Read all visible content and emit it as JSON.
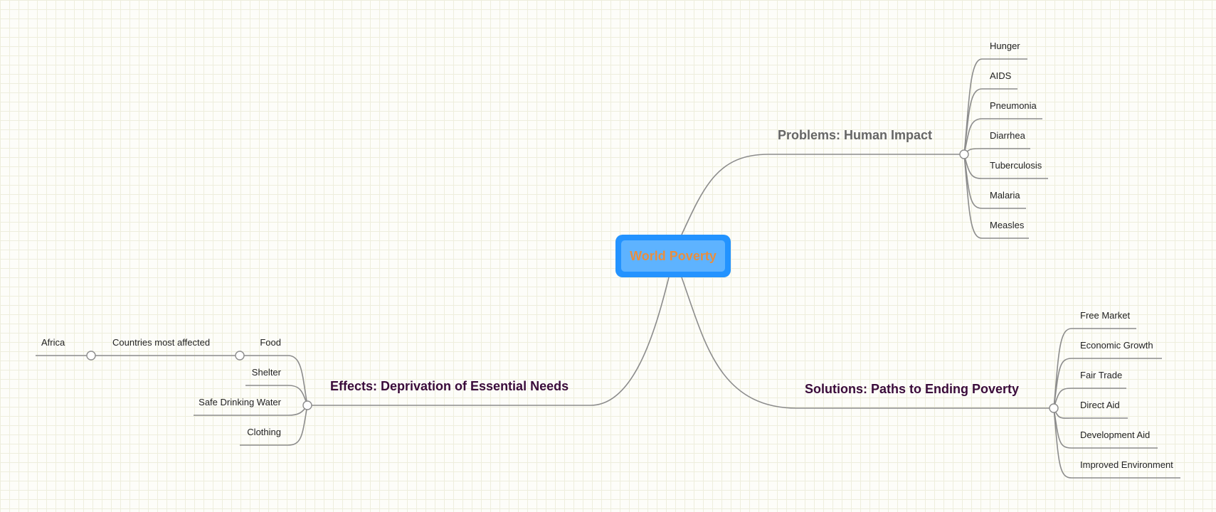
{
  "root": {
    "label": "World Poverty"
  },
  "branches": {
    "problems": {
      "label": "Problems: Human Impact",
      "items": [
        "Hunger",
        "AIDS",
        "Pneumonia",
        "Diarrhea",
        "Tuberculosis",
        "Malaria",
        "Measles"
      ]
    },
    "solutions": {
      "label": "Solutions: Paths to Ending Poverty",
      "items": [
        "Free Market",
        "Economic Growth",
        "Fair Trade",
        "Direct Aid",
        "Development Aid",
        "Improved Environment"
      ]
    },
    "effects": {
      "label": "Effects: Deprivation of Essential Needs",
      "items": [
        "Food",
        "Shelter",
        "Safe Drinking Water",
        "Clothing"
      ],
      "food_child": "Countries most affected",
      "food_grandchild": "Africa"
    }
  },
  "colors": {
    "root_outer": "#2393ff",
    "root_inner": "#5eb3ff",
    "root_text": "#e98e3e",
    "branch_text": "#3a0b3b",
    "branch_text_muted": "#666666",
    "connector": "#8c8c8c"
  }
}
